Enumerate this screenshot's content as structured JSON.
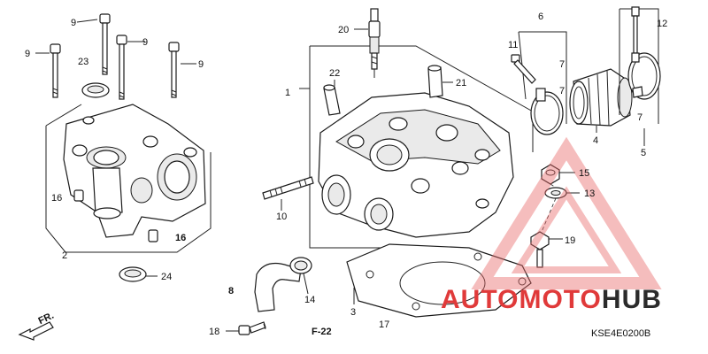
{
  "diagram": {
    "callouts": {
      "c1": "1",
      "c2": "2",
      "c3": "3",
      "c4": "4",
      "c5": "5",
      "c6": "6",
      "c7a": "7",
      "c7b": "7",
      "c7c": "7",
      "c8": "8",
      "c9a": "9",
      "c9b": "9",
      "c9c": "9",
      "c9d": "9",
      "c10": "10",
      "c11": "11",
      "c12": "12",
      "c13": "13",
      "c14": "14",
      "c15": "15",
      "c16a": "16",
      "c16b": "16",
      "c17": "17",
      "c18": "18",
      "c19": "19",
      "c20": "20",
      "c21": "21",
      "c22": "22",
      "c23": "23",
      "c24": "24"
    },
    "ref_f22": "F-22",
    "front_arrow": "FR.",
    "diagram_code": "KSE4E0200B"
  },
  "watermark": {
    "part1": "AUTO",
    "part2": "MOTO",
    "part3": "HUB",
    "color_red": "#e03a3a",
    "color_dark": "#2b2b2b"
  }
}
